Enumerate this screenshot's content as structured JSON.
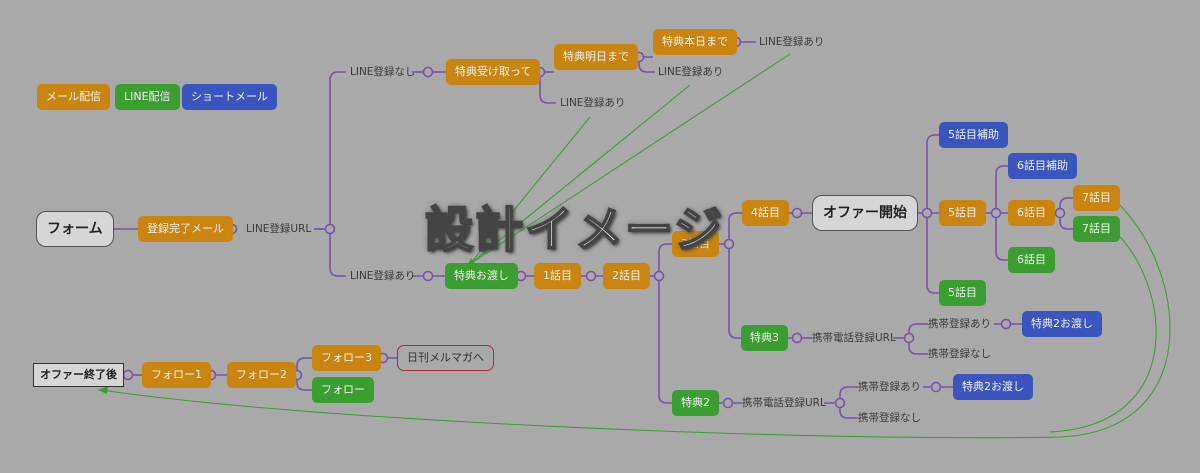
{
  "legend": {
    "mail": "メール配信",
    "line": "LINE配信",
    "sms": "ショートメール"
  },
  "overlay_title": "設計イメージ",
  "nodes": {
    "form": "フォーム",
    "reg_done_mail": "登録完了メール",
    "line_url": "LINE登録URL",
    "line_no": "LINE登録なし",
    "benefit_take": "特典受け取って",
    "benefit_tomorrow": "特典明日まで",
    "benefit_today": "特典本日まで",
    "line_yes_1": "LINE登録あり",
    "line_yes_2": "LINE登録あり",
    "line_yes_3": "LINE登録あり",
    "line_yes_main": "LINE登録あり",
    "benefit_handover": "特典お渡し",
    "ep1": "1話目",
    "ep2": "2話目",
    "ep3": "3話目",
    "ep4": "4話目",
    "offer_start": "オファー開始",
    "ep5_support": "5話目補助",
    "ep5_orange": "5話目",
    "ep5_green": "5話目",
    "ep6_support": "6話目補助",
    "ep6_orange": "6話目",
    "ep6_green": "6話目",
    "ep7_orange": "7話目",
    "ep7_green": "7話目",
    "bonus3": "特典3",
    "phone_url_1": "携帯電話登録URL",
    "phone_yes_1": "携帯登録あり",
    "phone_no_1": "携帯登録なし",
    "bonus2_handover_1": "特典2お渡し",
    "bonus2": "特典2",
    "phone_url_2": "携帯電話登録URL",
    "phone_yes_2": "携帯登録あり",
    "phone_no_2": "携帯登録なし",
    "bonus2_handover_2": "特典2お渡し",
    "offer_end": "オファー終了後",
    "follow1": "フォロー1",
    "follow2": "フォロー2",
    "follow3": "フォロー3",
    "follow": "フォロー",
    "daily_mag": "日刊メルマガへ"
  },
  "colors": {
    "mail": "#c98510",
    "line": "#3a9e30",
    "sms": "#3b55bf",
    "connector": "#7b52ab",
    "arrow": "#3a9e30",
    "background": "#a9a9a9"
  }
}
